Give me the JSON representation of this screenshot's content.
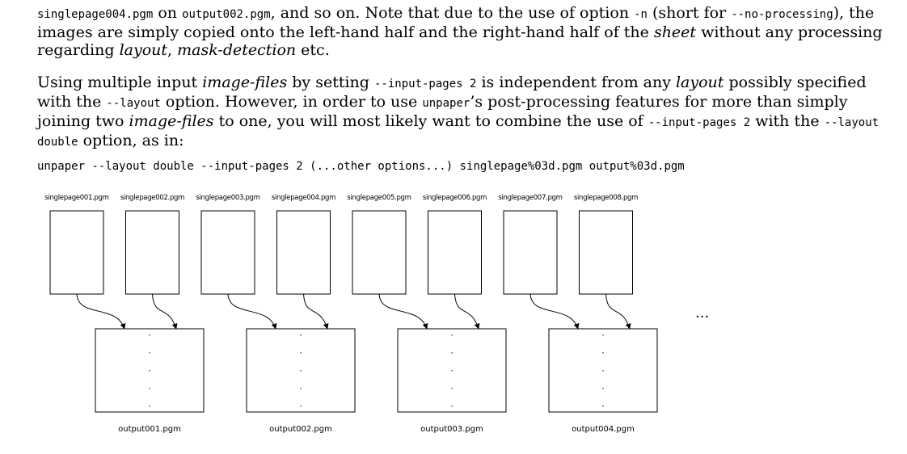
{
  "para0": {
    "l1_a": "singlepage004.pgm",
    "l1_b": " on ",
    "l1_c": "output002.pgm",
    "l1_d": ", and so on. Note that due to the use of option ",
    "l1_e": "-n",
    "l1_f": " (short for ",
    "l1_g": "--no-processing",
    "l1_h": "), the images are simply copied onto the left-hand half and the right-hand half of the ",
    "l1_i": "sheet",
    "l1_j": " without any processing regarding ",
    "l1_k": "layout",
    "l1_l": ", ",
    "l1_m": "mask-detection",
    "l1_n": " etc."
  },
  "para1": {
    "a": "Using multiple input ",
    "b": "image-files",
    "c": " by setting ",
    "d": "--input-pages 2",
    "e": " is independent from any ",
    "f": "layout",
    "g": " possibly specified with the ",
    "h": "--layout",
    "i": " option. However, in order to use ",
    "j": "unpaper",
    "k": "’s post-processing features for more than simply joining two ",
    "l": "image-files",
    "m": " to one, you will most likely want to combine the use of ",
    "n": "--input-pages 2",
    "o": " with the ",
    "p": "--layout double",
    "q": " option, as in:"
  },
  "command": "unpaper --layout double --input-pages 2 (...other options...) singlepage%03d.pgm output%03d.pgm",
  "diagram": {
    "inputs": [
      "singlepage001.pgm",
      "singlepage002.pgm",
      "singlepage003.pgm",
      "singlepage004.pgm",
      "singlepage005.pgm",
      "singlepage006.pgm",
      "singlepage007.pgm",
      "singlepage008.pgm"
    ],
    "outputs": [
      "output001.pgm",
      "output002.pgm",
      "output003.pgm",
      "output004.pgm"
    ],
    "ellipsis": "..."
  }
}
